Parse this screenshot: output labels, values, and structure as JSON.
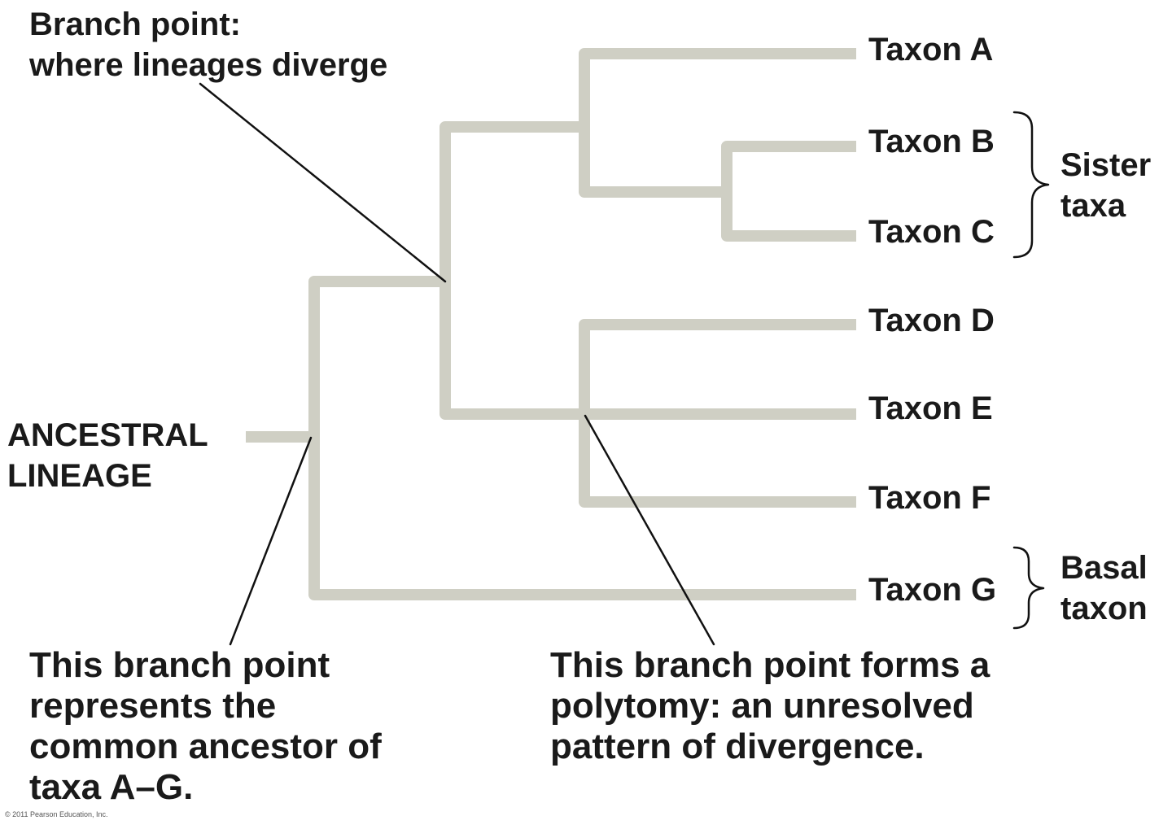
{
  "colors": {
    "branch": "#cfcfc4",
    "leader": "#111111",
    "text": "#1a1a1a"
  },
  "annotations": {
    "branch_point_title": "Branch point:",
    "branch_point_subtitle": "where lineages diverge",
    "ancestral_line1": "ANCESTRAL",
    "ancestral_line2": "LINEAGE",
    "common_ancestor": [
      "This branch point",
      "represents the",
      "common ancestor of",
      "taxa A–G."
    ],
    "polytomy": [
      "This branch point forms a",
      "polytomy: an unresolved",
      "pattern of divergence."
    ],
    "sister_line1": "Sister",
    "sister_line2": "taxa",
    "basal_line1": "Basal",
    "basal_line2": "taxon",
    "copyright": "© 2011 Pearson Education, Inc."
  },
  "taxa": [
    "Taxon A",
    "Taxon B",
    "Taxon C",
    "Taxon D",
    "Taxon E",
    "Taxon F",
    "Taxon G"
  ]
}
